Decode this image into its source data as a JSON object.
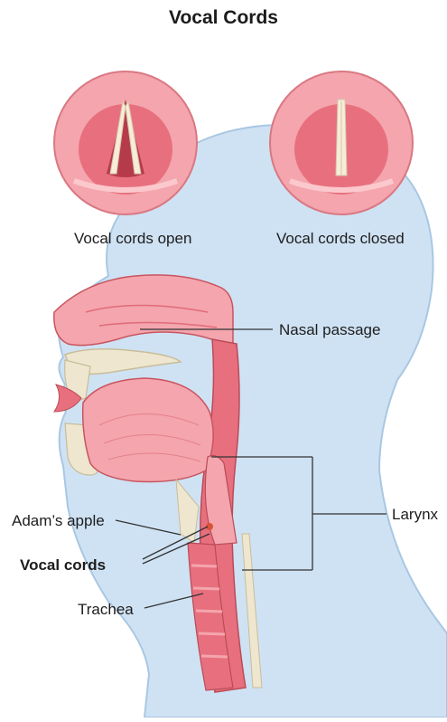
{
  "title": "Vocal Cords",
  "labels": {
    "cords_open": "Vocal cords open",
    "cords_closed": "Vocal cords closed",
    "nasal_passage": "Nasal passage",
    "larynx": "Larynx",
    "adams_apple": "Adam’s apple",
    "vocal_cords": "Vocal cords",
    "trachea": "Trachea"
  },
  "colors": {
    "head_fill": "#cfe2f3",
    "head_outline": "#a9c7e3",
    "tissue": "#e8707e",
    "tissue_light": "#f4a5ad",
    "bone": "#eee6cf",
    "cords": "#f7ecd8",
    "leader": "#333333"
  }
}
